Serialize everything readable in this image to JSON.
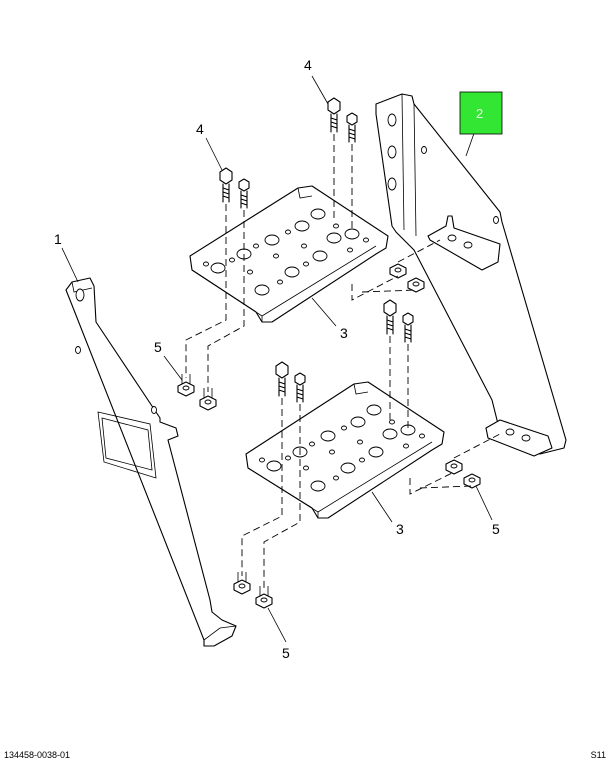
{
  "diagram": {
    "callouts": [
      "1",
      "2",
      "3",
      "3",
      "4",
      "4",
      "5",
      "5",
      "5"
    ],
    "highlighted_callout": "2",
    "highlight_color": "#33e633"
  },
  "footer": {
    "left_code": "134458-0038-01",
    "right_code": "S11"
  }
}
